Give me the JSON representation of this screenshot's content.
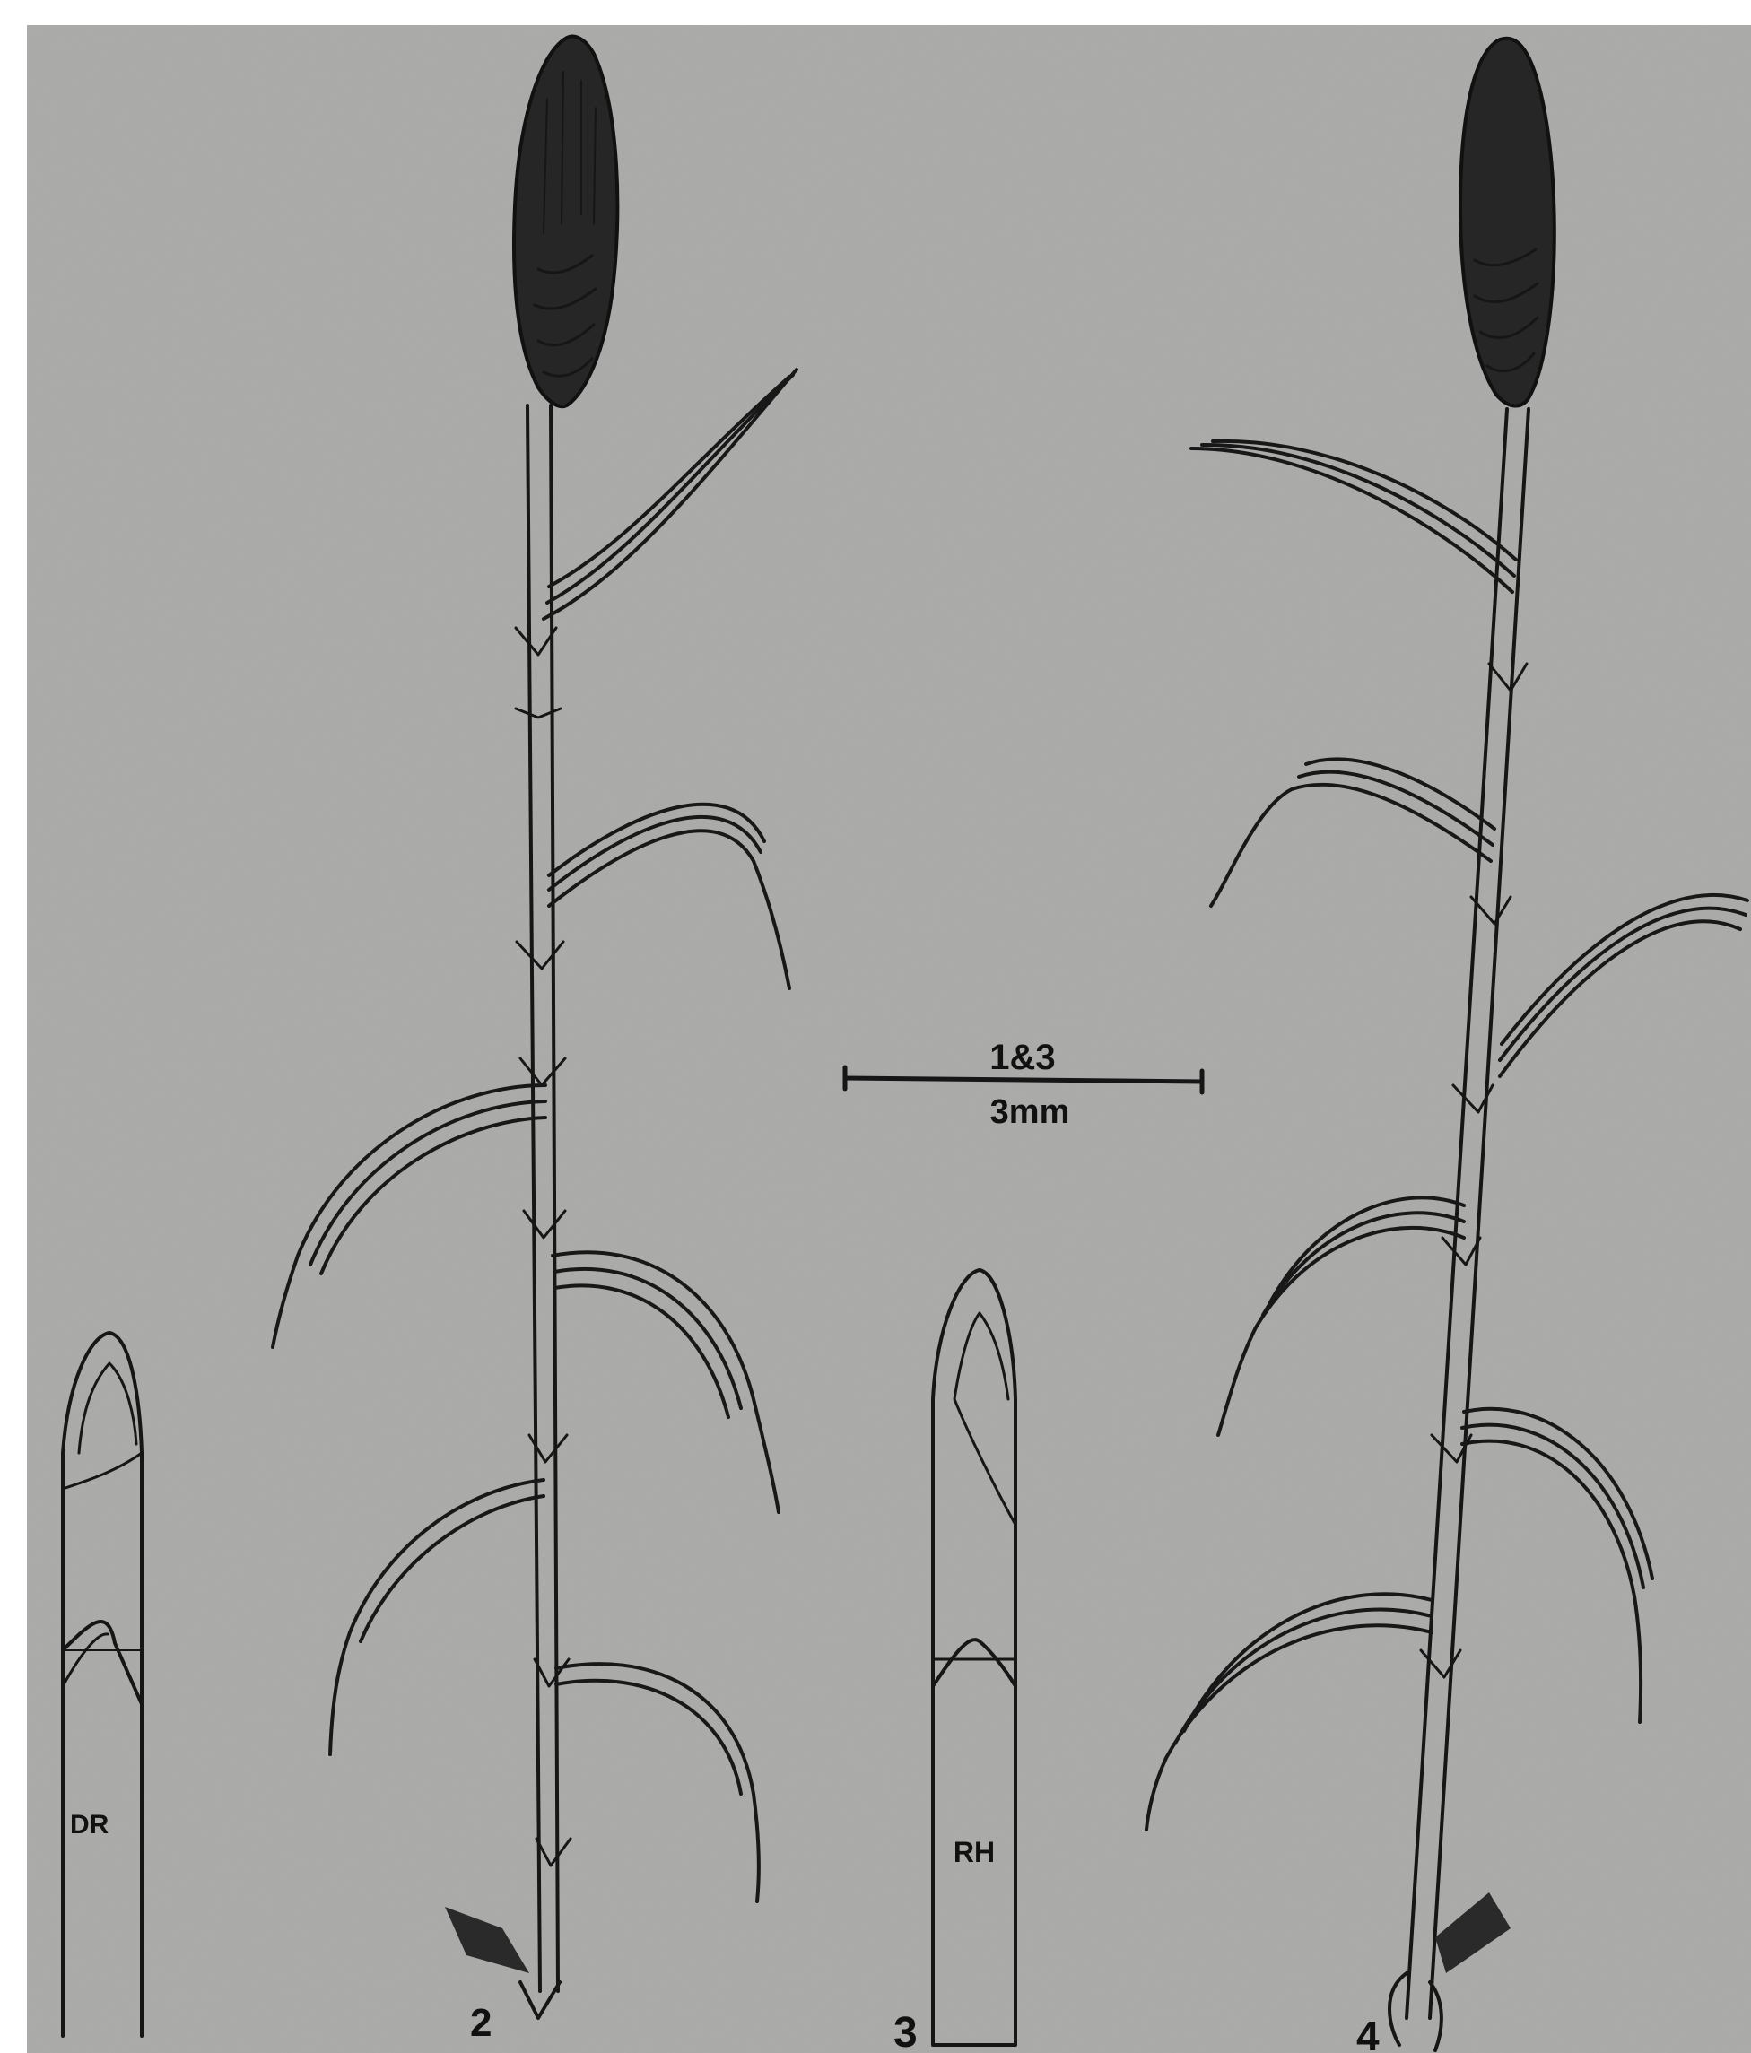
{
  "figure": {
    "background_color": "#a8a8a6",
    "ink_color": "#161616",
    "labels": {
      "plant_2": "2",
      "section_3": "3",
      "plant_4": "4",
      "section_left": "DR",
      "section_3_inner": "RH"
    },
    "scale_bar": {
      "top_label": "1&3",
      "bottom_label": "3mm"
    }
  }
}
